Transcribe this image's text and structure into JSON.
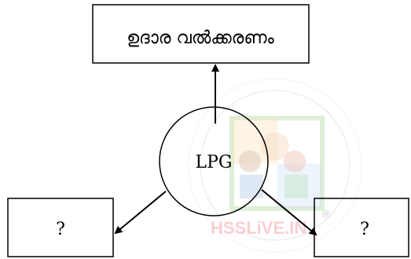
{
  "diagram": {
    "top_box": {
      "label": "ഉദാര വൽക്കരണം"
    },
    "center": {
      "label": "LPG"
    },
    "left_box": {
      "label": "?"
    },
    "right_box": {
      "label": "?"
    }
  },
  "watermark": {
    "text": "HSSLiVE.IN",
    "mark": "®"
  }
}
